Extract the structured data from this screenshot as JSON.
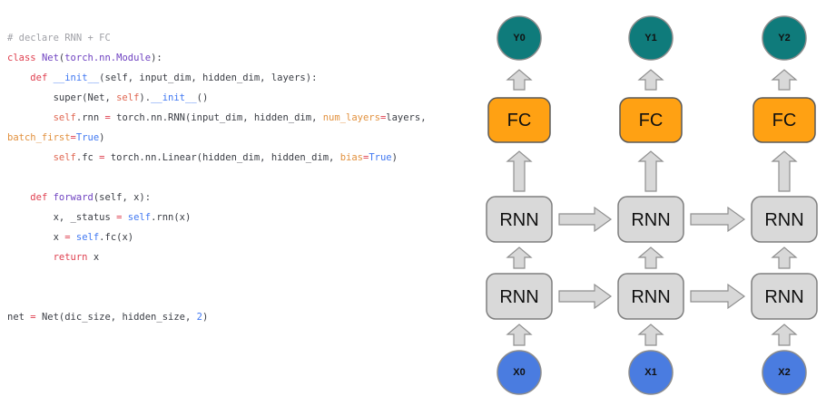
{
  "palette": {
    "comment": "#a0a1a7",
    "keyword": "#df4050",
    "classname": "#6f42c1",
    "function_blue": "#4078f2",
    "self_coral": "#e06752",
    "kwarg_orange": "#e2913e",
    "operator_red": "#df4050",
    "number_blue": "#4078f2",
    "plain": "#3a3d44"
  },
  "code": {
    "lines": [
      [
        {
          "t": "# declare RNN + FC",
          "c": "comment"
        }
      ],
      [
        {
          "t": "class ",
          "c": "keyword"
        },
        {
          "t": "Net",
          "c": "classname"
        },
        {
          "t": "(",
          "c": "plain"
        },
        {
          "t": "torch.nn.Module",
          "c": "classname"
        },
        {
          "t": "):",
          "c": "plain"
        }
      ],
      [
        {
          "t": "    ",
          "c": "plain"
        },
        {
          "t": "def ",
          "c": "keyword"
        },
        {
          "t": "__init__",
          "c": "function_blue"
        },
        {
          "t": "(self, input_dim, hidden_dim, layers):",
          "c": "plain"
        }
      ],
      [
        {
          "t": "        super(Net, ",
          "c": "plain"
        },
        {
          "t": "self",
          "c": "self_coral"
        },
        {
          "t": ").",
          "c": "plain"
        },
        {
          "t": "__init__",
          "c": "function_blue"
        },
        {
          "t": "()",
          "c": "plain"
        }
      ],
      [
        {
          "t": "        ",
          "c": "plain"
        },
        {
          "t": "self",
          "c": "self_coral"
        },
        {
          "t": ".rnn ",
          "c": "plain"
        },
        {
          "t": "=",
          "c": "operator_red"
        },
        {
          "t": " torch.nn.RNN(input_dim, hidden_dim, ",
          "c": "plain"
        },
        {
          "t": "num_layers",
          "c": "kwarg_orange"
        },
        {
          "t": "=",
          "c": "operator_red"
        },
        {
          "t": "layers,",
          "c": "plain"
        }
      ],
      [
        {
          "t": "batch_first",
          "c": "kwarg_orange"
        },
        {
          "t": "=",
          "c": "operator_red"
        },
        {
          "t": "True",
          "c": "number_blue"
        },
        {
          "t": ")",
          "c": "plain"
        }
      ],
      [
        {
          "t": "        ",
          "c": "plain"
        },
        {
          "t": "self",
          "c": "self_coral"
        },
        {
          "t": ".fc ",
          "c": "plain"
        },
        {
          "t": "=",
          "c": "operator_red"
        },
        {
          "t": " torch.nn.Linear(hidden_dim, hidden_dim, ",
          "c": "plain"
        },
        {
          "t": "bias",
          "c": "kwarg_orange"
        },
        {
          "t": "=",
          "c": "operator_red"
        },
        {
          "t": "True",
          "c": "number_blue"
        },
        {
          "t": ")",
          "c": "plain"
        }
      ],
      [],
      [
        {
          "t": "    ",
          "c": "plain"
        },
        {
          "t": "def ",
          "c": "keyword"
        },
        {
          "t": "forward",
          "c": "classname"
        },
        {
          "t": "(self, x):",
          "c": "plain"
        }
      ],
      [
        {
          "t": "        x, _status ",
          "c": "plain"
        },
        {
          "t": "=",
          "c": "operator_red"
        },
        {
          "t": " ",
          "c": "plain"
        },
        {
          "t": "self",
          "c": "function_blue"
        },
        {
          "t": ".rnn(x)",
          "c": "plain"
        }
      ],
      [
        {
          "t": "        x ",
          "c": "plain"
        },
        {
          "t": "=",
          "c": "operator_red"
        },
        {
          "t": " ",
          "c": "plain"
        },
        {
          "t": "self",
          "c": "function_blue"
        },
        {
          "t": ".fc(x)",
          "c": "plain"
        }
      ],
      [
        {
          "t": "        ",
          "c": "plain"
        },
        {
          "t": "return",
          "c": "keyword"
        },
        {
          "t": " x",
          "c": "plain"
        }
      ],
      [],
      [],
      [
        {
          "t": "net ",
          "c": "plain"
        },
        {
          "t": "=",
          "c": "operator_red"
        },
        {
          "t": " Net(dic_size, hidden_size, ",
          "c": "plain"
        },
        {
          "t": "2",
          "c": "number_blue"
        },
        {
          "t": ")",
          "c": "plain"
        }
      ]
    ]
  },
  "diagram": {
    "outputs": [
      "Y0",
      "Y1",
      "Y2"
    ],
    "inputs": [
      "X0",
      "X1",
      "X2"
    ],
    "fc_label": "FC",
    "rnn_label": "RNN",
    "colors": {
      "output_fill": "#0f7b7b",
      "input_fill": "#4a7ce0",
      "fc_fill": "#ffa113",
      "rnn_fill": "#d9d9d9",
      "node_stroke": "#8c8c8c",
      "fc_stroke": "#5a5a5a",
      "rnn_stroke": "#7f7f7f",
      "arrow_fill": "#d8d8d8",
      "arrow_stroke": "#8f8f8f"
    }
  }
}
